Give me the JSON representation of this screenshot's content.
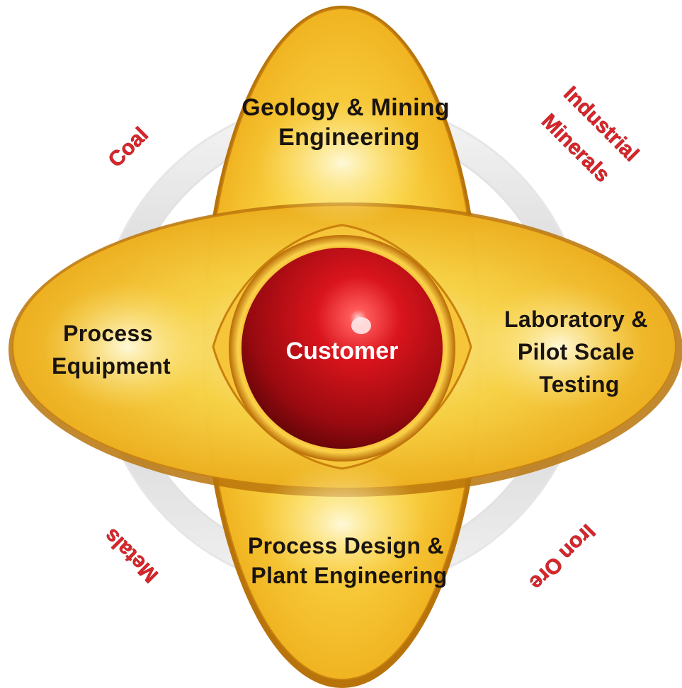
{
  "diagram": {
    "center": {
      "label": "Customer"
    },
    "petals": {
      "top": [
        "Geology & Mining",
        "Engineering"
      ],
      "left": [
        "Process",
        "Equipment"
      ],
      "right": [
        "Laboratory &",
        "Pilot Scale",
        "Testing"
      ],
      "bottom": [
        "Process Design &",
        "Plant Engineering"
      ]
    },
    "ring_labels": {
      "top_left": "Coal",
      "top_right_line1": "Industrial",
      "top_right_line2": "Minerals",
      "bottom_left": "Metals",
      "bottom_right": "Iron Ore"
    },
    "colors": {
      "petal_light": "#fff3a6",
      "petal_mid": "#f9cf3b",
      "petal_dark": "#e29a10",
      "center_red": "#c8141c",
      "ring_text": "#d8262b",
      "ring_grey": "#d9d9d9"
    }
  }
}
